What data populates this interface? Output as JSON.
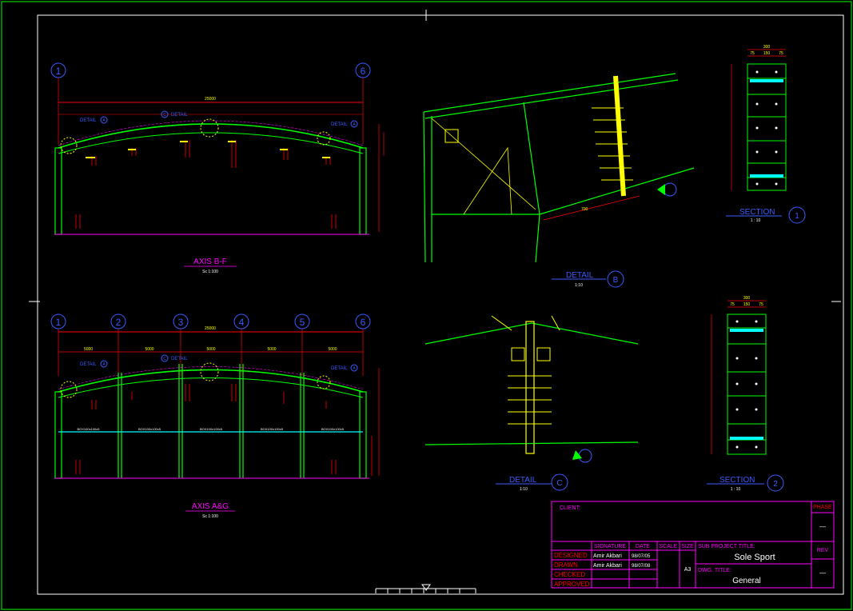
{
  "colors": {
    "background": "#000000",
    "green": "#00ff00",
    "yellow": "#ffff00",
    "red": "#ff0000",
    "blue": "#3b5bff",
    "magenta": "#ff00ff",
    "cyan": "#00ffff",
    "white": "#ffffff"
  },
  "top_elevation": {
    "axis_left": "1",
    "axis_right": "6",
    "overall_span": "25000",
    "detail_a": "A",
    "detail_c": "C",
    "detail_label": "DETAIL",
    "title": "AXIS B-F",
    "scale": "Sc 1:100"
  },
  "bottom_elevation": {
    "axes": [
      "1",
      "2",
      "3",
      "4",
      "5",
      "6"
    ],
    "overall_span": "25000",
    "bay_spans": [
      "5000",
      "5000",
      "5000",
      "5000",
      "5000"
    ],
    "detail_a": "A",
    "detail_c": "C",
    "detail_label": "DETAIL",
    "title": "AXIS A&G",
    "scale": "Sc 1:100",
    "beam_label": "BOX100x100x5"
  },
  "detail_b": {
    "label": "DETAIL",
    "letter": "B",
    "scale": "1:10",
    "dim": "700"
  },
  "detail_c": {
    "label": "DETAIL",
    "letter": "C",
    "scale": "1:10"
  },
  "section_1": {
    "label": "SECTION",
    "number": "1",
    "scale": "1 : 10",
    "width": "300",
    "sub": [
      "75",
      "150",
      "75"
    ]
  },
  "section_2": {
    "label": "SECTION",
    "number": "2",
    "scale": "1 : 10",
    "width": "300",
    "sub": [
      "75",
      "150",
      "75"
    ]
  },
  "title_block": {
    "client_label": "CLIENT:",
    "phase_label": "PHASE",
    "phase_value": "—",
    "rev_label": "REV",
    "rev_value": "—",
    "col_signature": "SIGNATURE",
    "col_date": "DATE",
    "col_scale": "SCALE",
    "col_size": "SIZE",
    "roles": [
      "DESIGNED",
      "DRAWN",
      "CHECKED",
      "APPROVED"
    ],
    "designed_name": "Amir Akbari",
    "designed_date": "98/07/05",
    "drawn_name": "Amir Akbari",
    "drawn_date": "98/07/08",
    "size": "A3",
    "project_title_label": "SUB PROJECT TITLE:",
    "project_title": "Sole Sport",
    "dwg_title_label": "DWG. TITLE:",
    "dwg_title": "General"
  }
}
